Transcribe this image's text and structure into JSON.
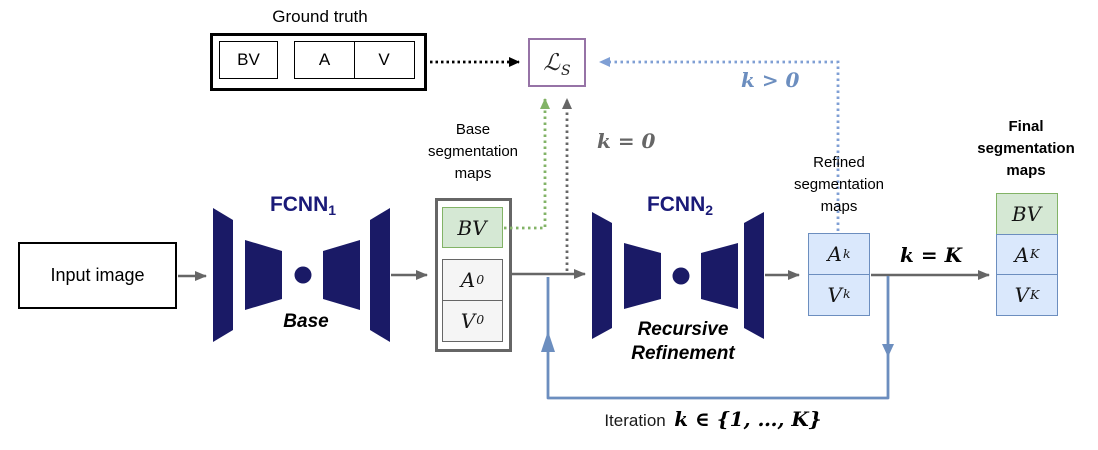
{
  "ground_truth": {
    "label": "Ground truth",
    "cells": [
      "BV",
      "A",
      "V"
    ]
  },
  "loss": {
    "symbol": "ℒ",
    "subscript": "S"
  },
  "input_box": {
    "label": "Input image"
  },
  "fcnn1": {
    "name": "FCNN",
    "index": "1",
    "caption": "Base"
  },
  "fcnn2": {
    "name": "FCNN",
    "index": "2",
    "caption": "Recursive Refinement"
  },
  "base_maps": {
    "label": "Base segmentation maps",
    "cells": [
      {
        "symbol": "BV",
        "sup": ""
      },
      {
        "symbol": "A",
        "sup": "0"
      },
      {
        "symbol": "V",
        "sup": "0"
      }
    ]
  },
  "refined_maps": {
    "label": "Refined segmentation maps",
    "cells": [
      {
        "symbol": "A",
        "sup": "k"
      },
      {
        "symbol": "V",
        "sup": "k"
      }
    ]
  },
  "final_maps": {
    "label": "Final segmentation maps",
    "cells": [
      {
        "symbol": "BV",
        "sup": ""
      },
      {
        "symbol": "A",
        "sup": "K"
      },
      {
        "symbol": "V",
        "sup": "K"
      }
    ]
  },
  "annotations": {
    "k_equals_zero": "k = 0",
    "k_greater_zero": "k > 0",
    "k_equals_K": "k = K",
    "iteration_prefix": "Iteration",
    "iteration_math": "k ∈ {1, …, K}"
  },
  "colors": {
    "fcnn_navy": "#1a1a70",
    "arrow_gray": "#666666",
    "green_border": "#82b366",
    "green_fill": "#d5e8d4",
    "blue_border": "#6c8ebf",
    "blue_fill": "#dae8fc",
    "dotted_blue": "#7f9fd4",
    "loss_purple": "#9673a6"
  }
}
